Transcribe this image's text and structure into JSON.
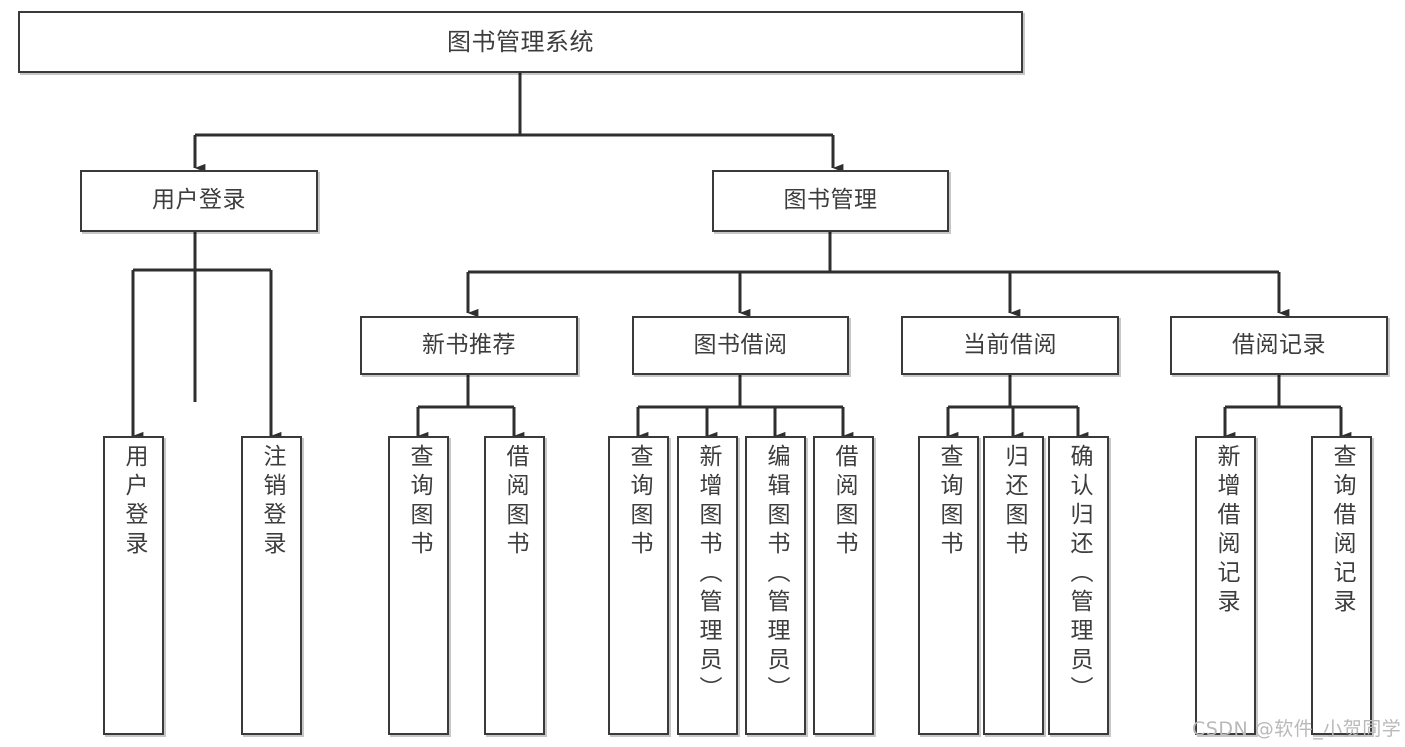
{
  "diagram": {
    "title": "图书管理系统",
    "type": "tree-hierarchy",
    "watermark": "CSDN @软件_小贺同学",
    "colors": {
      "background": "#ffffff",
      "box_border": "#3a3a3a",
      "box_fill": "#ffffff",
      "text": "#3d3d3d",
      "connector": "#2f2f2f",
      "watermark": "#b9b9b9"
    }
  },
  "nodes": {
    "root": {
      "label": "图书管理系统"
    },
    "level2": [
      {
        "id": "user-login",
        "label": "用户登录"
      },
      {
        "id": "book-management",
        "label": "图书管理"
      }
    ],
    "level3": [
      {
        "id": "new-book-recommend",
        "label": "新书推荐"
      },
      {
        "id": "book-borrow",
        "label": "图书借阅"
      },
      {
        "id": "current-borrow",
        "label": "当前借阅"
      },
      {
        "id": "borrow-record",
        "label": "借阅记录"
      }
    ],
    "leaves": {
      "user_login": [
        {
          "id": "leaf-user-login",
          "label": "用户登录"
        },
        {
          "id": "leaf-logout-login",
          "label": "注销登录"
        }
      ],
      "new_book_recommend": [
        {
          "id": "leaf-query-book-1",
          "label": "查询图书"
        },
        {
          "id": "leaf-borrow-book-1",
          "label": "借阅图书"
        }
      ],
      "book_borrow": [
        {
          "id": "leaf-query-book-2",
          "label": "查询图书"
        },
        {
          "id": "leaf-add-book",
          "label": "新增图书（管理员）"
        },
        {
          "id": "leaf-edit-book",
          "label": "编辑图书（管理员）"
        },
        {
          "id": "leaf-borrow-book-2",
          "label": "借阅图书"
        }
      ],
      "current_borrow": [
        {
          "id": "leaf-query-book-3",
          "label": "查询图书"
        },
        {
          "id": "leaf-return-book",
          "label": "归还图书"
        },
        {
          "id": "leaf-confirm-return",
          "label": "确认归还（管理员）"
        }
      ],
      "borrow_record": [
        {
          "id": "leaf-add-record",
          "label": "新增借阅记录"
        },
        {
          "id": "leaf-query-record",
          "label": "查询借阅记录"
        }
      ]
    }
  }
}
